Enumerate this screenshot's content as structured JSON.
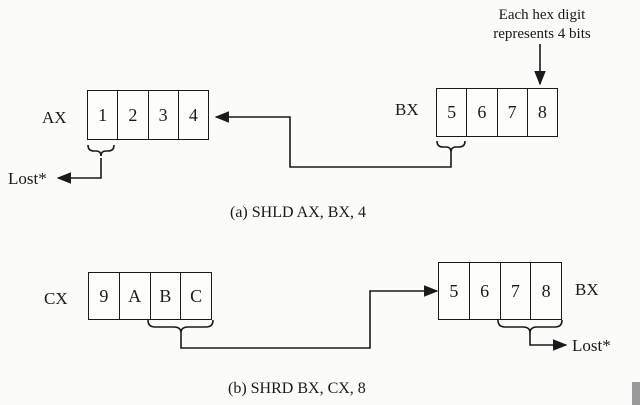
{
  "note": [
    "Each hex digit",
    "represents 4 bits"
  ],
  "panel_a": {
    "dest": {
      "name": "AX",
      "digits": [
        "1",
        "2",
        "3",
        "4"
      ]
    },
    "src": {
      "name": "BX",
      "digits": [
        "5",
        "6",
        "7",
        "8"
      ]
    },
    "lost": "Lost*",
    "caption": "(a) SHLD AX, BX, 4"
  },
  "panel_b": {
    "src": {
      "name": "CX",
      "digits": [
        "9",
        "A",
        "B",
        "C"
      ]
    },
    "dest": {
      "name": "BX",
      "digits": [
        "5",
        "6",
        "7",
        "8"
      ]
    },
    "lost": "Lost*",
    "caption": "(b) SHRD BX, CX, 8"
  },
  "colors": {
    "ink": "#1a1a1a",
    "paper": "#fbfbf9"
  }
}
